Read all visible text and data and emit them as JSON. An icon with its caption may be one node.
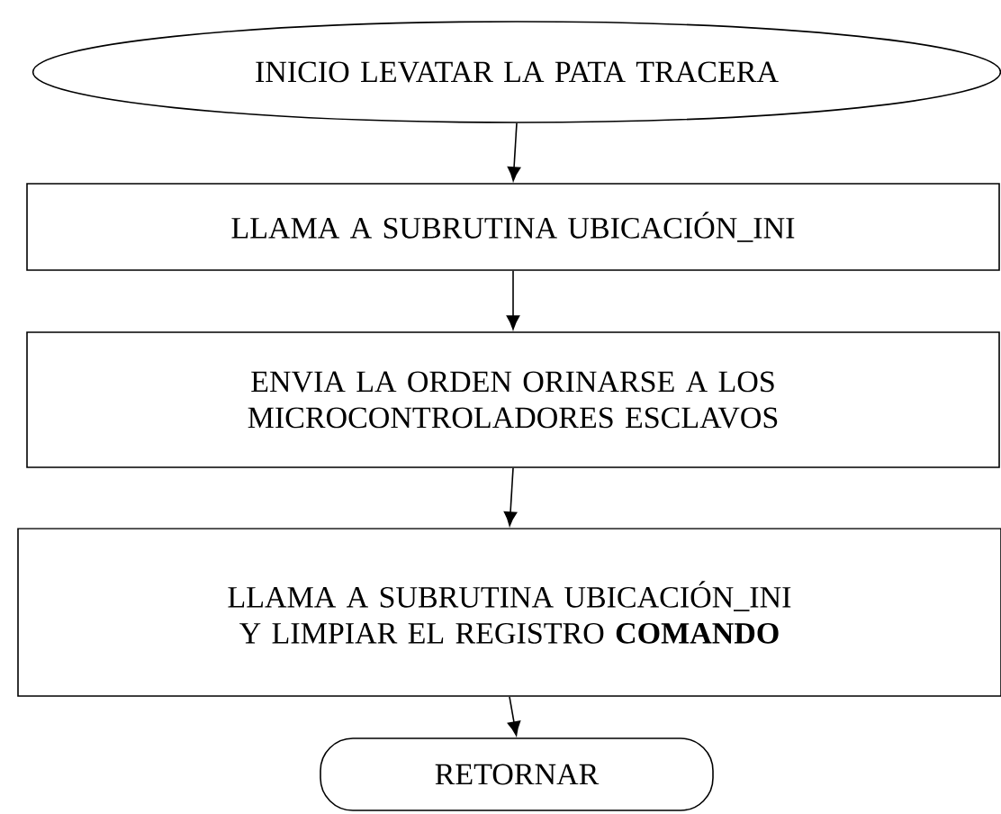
{
  "diagram": {
    "nodes": [
      {
        "text": [
          "INICIO LEVATAR LA PATA TRACERA"
        ]
      },
      {
        "text": [
          "LLAMA A SUBRUTINA UBICACIÓN_INI"
        ]
      },
      {
        "text": [
          "ENVIA LA ORDEN ORINARSE A LOS MICROCONTROLADORES ESCLAVOS"
        ]
      },
      {
        "text": [
          "LLAMA A SUBRUTINA UBICACIÓN_INI Y LIMPIAR EL REGISTRO **COMANDO**"
        ]
      },
      {
        "text": [
          "RETORNAR"
        ]
      }
    ],
    "edges": [
      {
        "from": 0,
        "to": 1,
        "arrow": "to"
      },
      {
        "from": 1,
        "to": 2,
        "arrow": "to"
      },
      {
        "from": 2,
        "to": 3,
        "arrow": "to"
      },
      {
        "from": 3,
        "to": 4,
        "arrow": "to"
      }
    ]
  }
}
